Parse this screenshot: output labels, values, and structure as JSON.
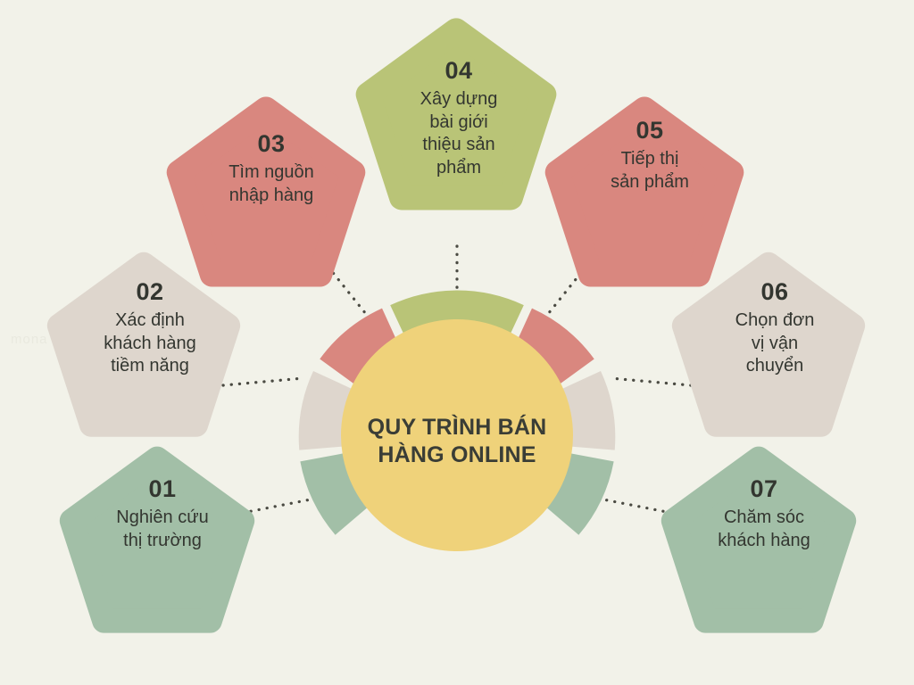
{
  "page": {
    "background_color": "#f2f2e9",
    "text_color": "#333630",
    "watermark": "mona"
  },
  "center": {
    "title": "QUY TRÌNH BÁN\nHÀNG ONLINE",
    "title_color": "#3a3d36",
    "inner_circle_color": "#efd27a",
    "ring_gap_color": "#f2f2e9"
  },
  "palette": {
    "green": "#a2bfa7",
    "beige": "#ded6cd",
    "salmon": "#d9877f",
    "olive": "#b9c477",
    "yellow": "#efd27a"
  },
  "steps": [
    {
      "number": "01",
      "label": "Nghiên cứu\nthị trường",
      "color": "#a2bfa7",
      "ring_color": "#a2bfa7"
    },
    {
      "number": "02",
      "label": "Xác định\nkhách hàng\ntiềm năng",
      "color": "#ded6cd",
      "ring_color": "#ded6cd"
    },
    {
      "number": "03",
      "label": "Tìm nguồn\nnhập hàng",
      "color": "#d9877f",
      "ring_color": "#d9877f"
    },
    {
      "number": "04",
      "label": "Xây dựng\nbài giới\nthiệu sản\nphẩm",
      "color": "#b9c477",
      "ring_color": "#b9c477"
    },
    {
      "number": "05",
      "label": "Tiếp thị\nsản phẩm",
      "color": "#d9877f",
      "ring_color": "#d9877f"
    },
    {
      "number": "06",
      "label": "Chọn đơn\nvị vận\nchuyển",
      "color": "#ded6cd",
      "ring_color": "#ded6cd"
    },
    {
      "number": "07",
      "label": "Chăm sóc\nkhách hàng",
      "color": "#a2bfa7",
      "ring_color": "#a2bfa7"
    }
  ],
  "chart_data": {
    "type": "pie",
    "title": "QUY TRÌNH BÁN HÀNG ONLINE",
    "subtitle": "",
    "legend_position": "around",
    "categories": [
      "01 Nghiên cứu thị trường",
      "02 Xác định khách hàng tiềm năng",
      "03 Tìm nguồn nhập hàng",
      "04 Xây dựng bài giới thiệu sản phẩm",
      "05 Tiếp thị sản phẩm",
      "06 Chọn đơn vị vận chuyển",
      "07 Chăm sóc khách hàng"
    ],
    "values": [
      1,
      1,
      1,
      1,
      1,
      1,
      1
    ],
    "colors": [
      "#a2bfa7",
      "#ded6cd",
      "#d9877f",
      "#b9c477",
      "#d9877f",
      "#ded6cd",
      "#a2bfa7"
    ],
    "notes": "Seven equal donut-ring segments spanning roughly 160° to 380°, one per process step, reading counter-clockwise from lower-left (01) to lower-right (07)."
  }
}
